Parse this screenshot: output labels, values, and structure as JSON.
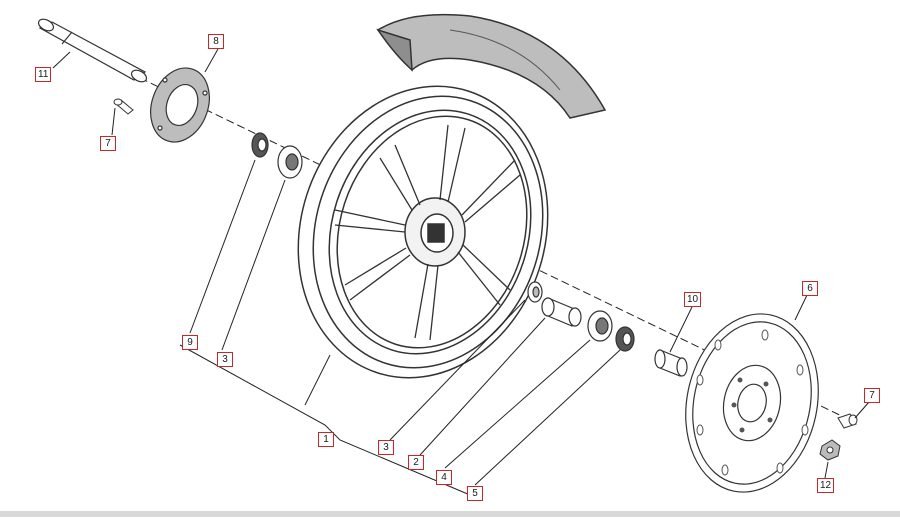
{
  "diagram": {
    "description_labels": [],
    "callouts": {
      "c11": "11",
      "c8": "8",
      "c7a": "7",
      "c9": "9",
      "c3a": "3",
      "c1": "1",
      "c3b": "3",
      "c2": "2",
      "c4": "4",
      "c5": "5",
      "c10": "10",
      "c6": "6",
      "c7b": "7",
      "c12": "12"
    }
  }
}
